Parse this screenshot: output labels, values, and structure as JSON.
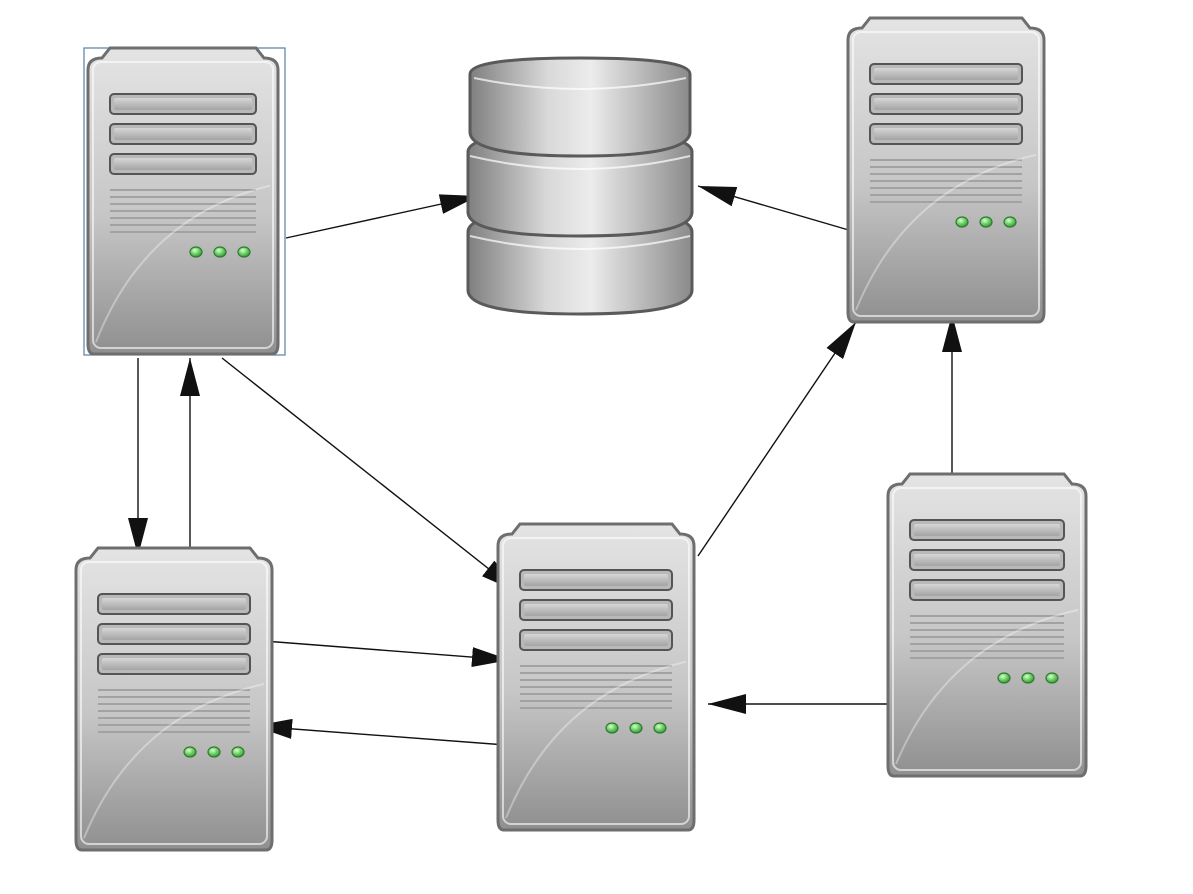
{
  "diagram": {
    "nodes": [
      {
        "id": "server-top-left",
        "kind": "server",
        "selected": true
      },
      {
        "id": "database",
        "kind": "database"
      },
      {
        "id": "server-top-right",
        "kind": "server"
      },
      {
        "id": "server-bottom-left",
        "kind": "server"
      },
      {
        "id": "server-bottom-center",
        "kind": "server"
      },
      {
        "id": "server-bottom-right",
        "kind": "server"
      }
    ],
    "edges": [
      {
        "from": "server-top-left",
        "to": "database"
      },
      {
        "from": "server-top-right",
        "to": "database"
      },
      {
        "from": "server-top-left",
        "to": "server-bottom-left"
      },
      {
        "from": "server-bottom-left",
        "to": "server-top-left"
      },
      {
        "from": "server-top-left",
        "to": "server-bottom-center"
      },
      {
        "from": "server-bottom-center",
        "to": "server-top-right"
      },
      {
        "from": "server-bottom-right",
        "to": "server-top-right"
      },
      {
        "from": "server-bottom-left",
        "to": "server-bottom-center"
      },
      {
        "from": "server-bottom-center",
        "to": "server-bottom-left"
      },
      {
        "from": "server-bottom-right",
        "to": "server-bottom-center"
      }
    ],
    "colors": {
      "server_light": "#e2e2e2",
      "server_dark": "#8e8e8e",
      "led_green": "#5cc35c",
      "selection": "#5b7f9e",
      "arrow": "#111111"
    }
  }
}
